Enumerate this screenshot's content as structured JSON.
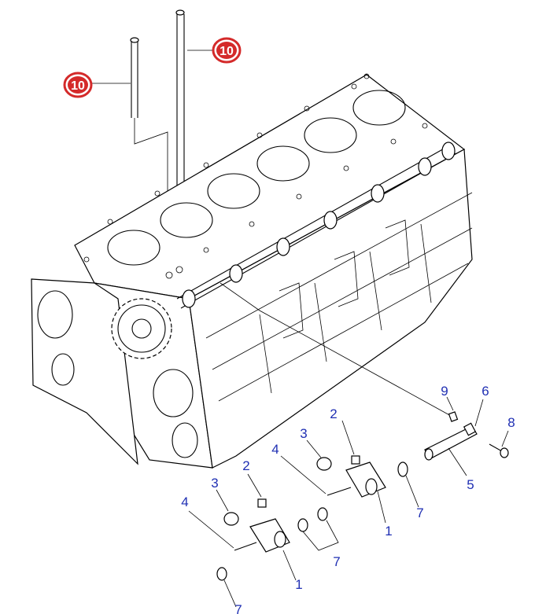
{
  "callouts": {
    "ref_10_upper": "10",
    "ref_10_left": "10",
    "n9": "9",
    "n6": "6",
    "n8": "8",
    "n2_right": "2",
    "n3_right": "3",
    "n4_right": "4",
    "n5": "5",
    "n7_right": "7",
    "n1_right": "1",
    "n3_left": "3",
    "n2_left": "2",
    "n4_left": "4",
    "n7_mid": "7",
    "n1_left": "1",
    "n7_bottom": "7"
  },
  "colors": {
    "callout_text": "#1f2fb3",
    "reference_badge": "#d42a2a",
    "line_art": "#000000"
  }
}
